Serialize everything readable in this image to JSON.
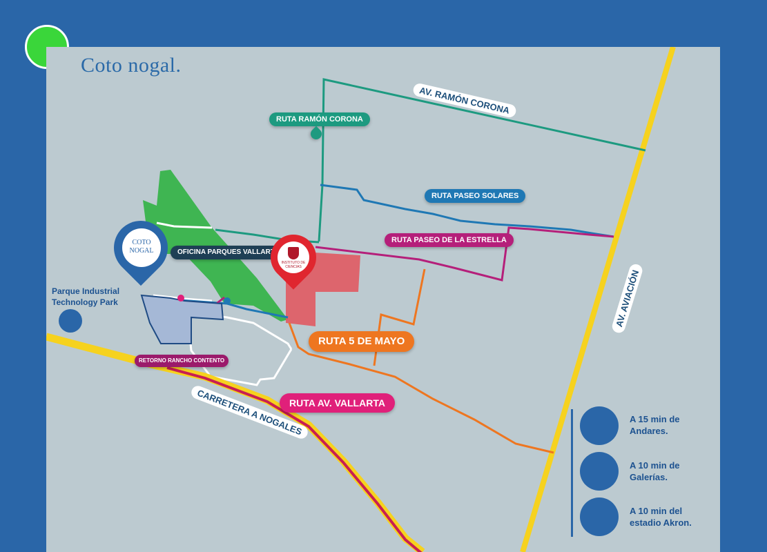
{
  "title": "Coto nogal.",
  "status_dot_color": "#3ad63a",
  "colors": {
    "frame": "#2a66a8",
    "map": "#bccad0",
    "highway": "#f6d21e",
    "ruta_ramon_corona": "#1d9a80",
    "ruta_paseo_solares": "#1f78b4",
    "ruta_paseo_estrella": "#b51f7a",
    "ruta_5_de_mayo": "#ee7620",
    "ruta_av_vallarta": "#e0207a",
    "green_area": "#3fb552",
    "red_plot": "#e05a62"
  },
  "roads": {
    "av_ramon_corona": "AV. RAMÓN CORONA",
    "av_aviacion": "AV. AVIACIÓN",
    "carretera_nogales": "CARRETERA A NOGALES"
  },
  "routes": {
    "ramon_corona": "RUTA RAMÓN CORONA",
    "paseo_solares": "RUTA  PASEO SOLARES",
    "paseo_estrella": "RUTA PASEO DE LA ESTRELLA",
    "cinco_de_mayo": "RUTA 5 DE MAYO",
    "av_vallarta": "RUTA AV. VALLARTA",
    "oficina_parques": "OFICINA PARQUES VALLARTA",
    "retorno_rancho": "RETORNO RANCHO CONTENTO"
  },
  "coto_pin": {
    "line1": "COTO",
    "line2": "NOGAL"
  },
  "school_pin": {
    "label": "INSTITUTO DE CIENCIAS"
  },
  "park_label": "Parque Industrial\nTechnology Park",
  "info": [
    {
      "text": "A 15 min de\nAndares.",
      "icon": "building-icon"
    },
    {
      "text": "A 10 min de\nGalerías.",
      "icon": "mall-icon"
    },
    {
      "text": "A 10 min del\nestadio Akron.",
      "icon": "stadium-icon"
    }
  ]
}
